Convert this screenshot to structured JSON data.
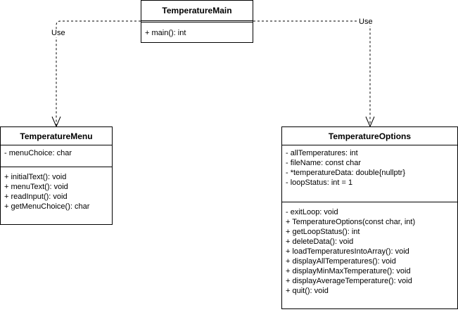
{
  "classes": {
    "main": {
      "name": "TemperatureMain",
      "attributes": [],
      "methods": [
        "+ main(): int"
      ]
    },
    "menu": {
      "name": "TemperatureMenu",
      "attributes": [
        "- menuChoice: char"
      ],
      "methods": [
        "+ initialText(): void",
        "+ menuText(): void",
        "+ readInput(): void",
        "+ getMenuChoice(): char"
      ]
    },
    "options": {
      "name": "TemperatureOptions",
      "attributes": [
        "- allTemperatures: int",
        "- fileName: const char",
        "- *temperatureData: double{nullptr}",
        "- loopStatus: int = 1"
      ],
      "methods": [
        "-  exitLoop: void",
        "+ TemperatureOptions(const char, int)",
        "+ getLoopStatus(): int",
        "+ deleteData(): void",
        "+ loadTemperaturesIntoArray(): void",
        "+ displayAllTemperatures(): void",
        "+ displayMinMaxTemperature(): void",
        "+ displayAverageTemperature(): void",
        "+ quit(): void"
      ]
    }
  },
  "relations": [
    {
      "from": "main",
      "to": "menu",
      "label": "Use"
    },
    {
      "from": "main",
      "to": "options",
      "label": "Use"
    }
  ],
  "style": {
    "line_color": "#000000",
    "background": "#ffffff"
  }
}
